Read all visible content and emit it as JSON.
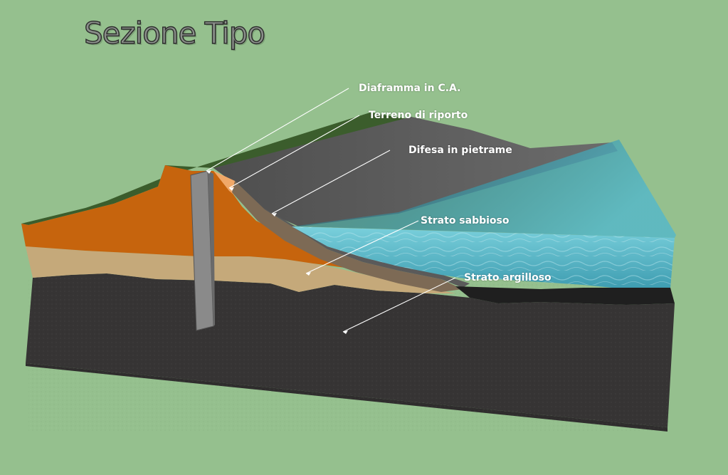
{
  "title": "Sezione Tipo",
  "labels": {
    "diaframma": "Diaframma in C.A.",
    "terreno": "Terreno di riporto",
    "difesa": "Difesa in pietrame",
    "sabbioso": "Strato sabbioso",
    "argilloso": "Strato argilloso"
  },
  "colors": {
    "background": "#95c08e",
    "fill_soil": "#c8650e",
    "sand": "#c4a878",
    "clay": "#3a3838",
    "stone": "#6a6a6a",
    "water": "#3f9fb0",
    "grass": "#3a5a2a",
    "wall": "#808080"
  }
}
